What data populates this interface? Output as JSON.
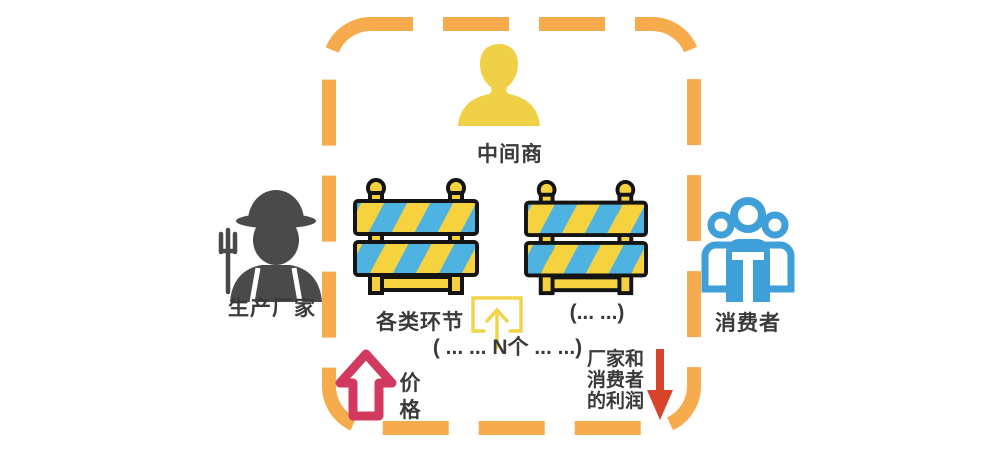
{
  "diagram": {
    "border": {
      "style": "dashed-rounded",
      "color": "#F6AB4C"
    },
    "middleman": {
      "label": "中间商",
      "icon": "person-silhouette-icon",
      "color": "#EFD046"
    },
    "producer": {
      "label": "生产厂家",
      "icon": "farmer-icon",
      "color": "#4A4A4A"
    },
    "consumer": {
      "label": "消费者",
      "icon": "people-group-icon",
      "color": "#3F9FD8"
    },
    "barriers": {
      "icon": "roadblock-barrier-icon",
      "stripe_colors": [
        "#F5D23E",
        "#4FB3E2"
      ],
      "first_label": "各类环节",
      "second_label": "(... ...)",
      "count_note": "( ... ... N个 ... ...)",
      "insert_icon": "insert-more-barriers-icon",
      "insert_icon_color": "#F0D54A"
    },
    "price": {
      "label": "价格",
      "trend": "up",
      "color": "#D13A5E",
      "icon": "up-arrow-icon"
    },
    "profit": {
      "label": "厂家和消费者的利润",
      "trend": "down",
      "color": "#D8432C",
      "icon": "down-arrow-icon"
    }
  }
}
